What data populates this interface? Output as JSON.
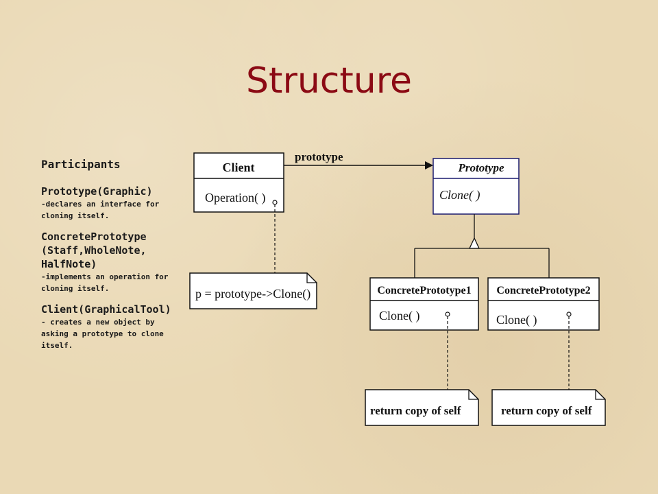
{
  "title": "Structure",
  "sidebar": {
    "heading": "Participants",
    "participants": [
      {
        "name": "Prototype(Graphic)",
        "description": "-declares an interface for    cloning itself."
      },
      {
        "name": "ConcretePrototype (Staff,WholeNote, HalfNote)",
        "description": "-implements an operation for cloning itself."
      },
      {
        "name": "Client(GraphicalTool)",
        "description": "- creates a new object by asking a prototype to clone itself."
      }
    ]
  },
  "diagram": {
    "association_label": "prototype",
    "client": {
      "name": "Client",
      "operation": "Operation( )"
    },
    "prototype": {
      "name": "Prototype",
      "operation": "Clone( )"
    },
    "concrete1": {
      "name": "ConcretePrototype1",
      "operation": "Clone( )"
    },
    "concrete2": {
      "name": "ConcretePrototype2",
      "operation": "Clone( )"
    },
    "client_note": "p = prototype->Clone()",
    "concrete1_note": "return copy of self",
    "concrete2_note": "return copy of self"
  },
  "colors": {
    "title": "#8b0a14",
    "prototype_box": "#1a1a6e",
    "background": "#ead9b5"
  }
}
